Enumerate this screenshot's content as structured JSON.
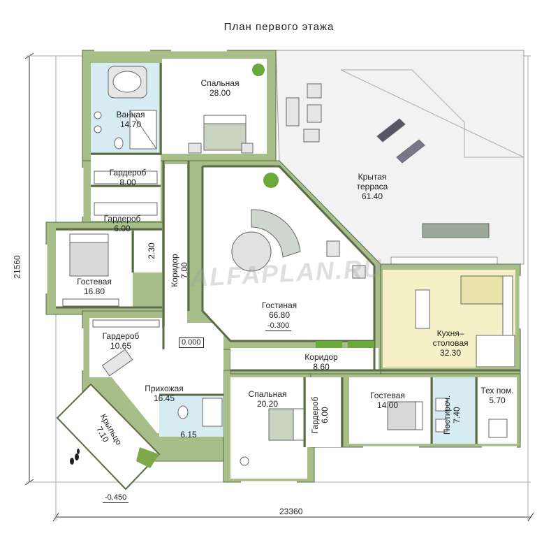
{
  "title": "План первого этажа",
  "watermark": "ALFAPLAN.RU",
  "dimensions": {
    "width": "23360",
    "height": "21560"
  },
  "levels": {
    "entry": "0.000",
    "living": "-0.300",
    "ground": "-0.450"
  },
  "rooms": {
    "bath": {
      "name": "Ванная",
      "area": "14.70"
    },
    "bedroom_main": {
      "name": "Спальная",
      "area": "28.00"
    },
    "wardrobe_8": {
      "name": "Гардероб",
      "area": "8.00"
    },
    "wardrobe_6": {
      "name": "Гардероб",
      "area": "6.00"
    },
    "guest_left": {
      "name": "Гостевая",
      "area": "16.80"
    },
    "closet_small": {
      "area": "2.30"
    },
    "corridor_left": {
      "name": "Коридор",
      "area": "7.00"
    },
    "terrace": {
      "name": "Крытая терраса",
      "name1": "Крытая",
      "name2": "терраса",
      "area": "61.40"
    },
    "living": {
      "name": "Гостиная",
      "area": "66.80"
    },
    "kitchen": {
      "name": "Кухня–столовая",
      "name1": "Кухня–",
      "name2": "столовая",
      "area": "32.30"
    },
    "wardrobe_1065": {
      "name": "Гардероб",
      "area": "10.65"
    },
    "hall": {
      "name": "Прихожая",
      "area": "16.45"
    },
    "corridor_mid": {
      "name": "Коридор",
      "area": "8.60"
    },
    "porch": {
      "name": "Крыльцо",
      "area": "7.10"
    },
    "wc": {
      "area": "6.15"
    },
    "bedroom_2": {
      "name": "Спальная",
      "area": "20.20"
    },
    "wardrobe_600b": {
      "name": "Гардероб",
      "area": "6.00"
    },
    "guest_2": {
      "name": "Гостевая",
      "area": "14.00"
    },
    "laundry": {
      "name": "Постироч.",
      "area": "7.40"
    },
    "tech": {
      "name": "Тех пом.",
      "area": "5.70"
    }
  },
  "colors": {
    "wall": "#a7be88",
    "wall_dark": "#5a6b48",
    "floor": "#ffffff",
    "bath_floor": "#d7ecf2",
    "kitchen_floor": "#f5f0c6",
    "terrace_floor": "#f2f2f2",
    "furniture": "#8c9a8c"
  }
}
